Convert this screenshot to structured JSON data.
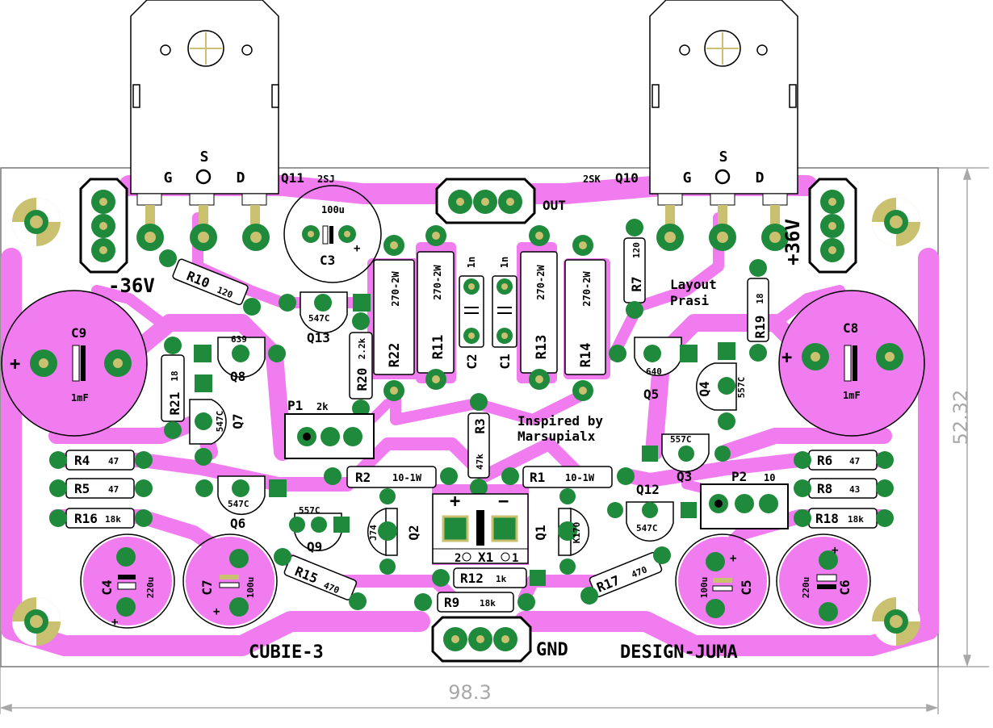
{
  "board": {
    "name": "CUBIE-3",
    "designer": "DESIGN-JUMA",
    "note_layout": [
      "Layout",
      "Prasi"
    ],
    "note_inspired": [
      "Inspired by",
      "Marsupialx"
    ],
    "width_label": "98.3",
    "height_label": "52.32"
  },
  "colors": {
    "copper": "#f07cf0",
    "pad": "#1f8a3c",
    "mount_hole": "#c9c070",
    "silkscreen": "#000000",
    "dimension": "#a8a8a8"
  },
  "connectors": {
    "out": "OUT",
    "gnd": "GND",
    "neg_rail": "-36V",
    "pos_rail": "+36V"
  },
  "transistors": {
    "q11": {
      "ref": "Q11",
      "type": "2SJ",
      "pins": [
        "G",
        "S",
        "D"
      ]
    },
    "q10": {
      "ref": "Q10",
      "type": "2SK",
      "pins": [
        "G",
        "S",
        "D"
      ]
    },
    "q13": {
      "ref": "Q13",
      "value": "547C"
    },
    "q8": {
      "ref": "Q8",
      "value": "639"
    },
    "q7": {
      "ref": "Q7",
      "value": "547C"
    },
    "q6": {
      "ref": "Q6",
      "value": "547C"
    },
    "q9": {
      "ref": "Q9",
      "value": "557C"
    },
    "q2": {
      "ref": "Q2",
      "value": "J74"
    },
    "q1": {
      "ref": "Q1",
      "value": "K170"
    },
    "q12": {
      "ref": "Q12",
      "value": "547C"
    },
    "q3": {
      "ref": "Q3",
      "value": "557C"
    },
    "q5": {
      "ref": "Q5",
      "value": "640"
    },
    "q4": {
      "ref": "Q4",
      "value": "557C"
    }
  },
  "resistors": {
    "r10": {
      "ref": "R10",
      "value": "120"
    },
    "r20": {
      "ref": "R20",
      "value": "2.2k"
    },
    "r22": {
      "ref": "R22",
      "value": "270-2W"
    },
    "r11": {
      "ref": "R11",
      "value": "270-2W"
    },
    "r13": {
      "ref": "R13",
      "value": "270-2W"
    },
    "r14": {
      "ref": "R14",
      "value": "270-2W"
    },
    "r7": {
      "ref": "R7",
      "value": "120"
    },
    "r19": {
      "ref": "R19",
      "value": "18"
    },
    "r21": {
      "ref": "R21",
      "value": "18"
    },
    "r3": {
      "ref": "R3",
      "value": "47k"
    },
    "r2": {
      "ref": "R2",
      "value": "10-1W"
    },
    "r1": {
      "ref": "R1",
      "value": "10-1W"
    },
    "r4": {
      "ref": "R4",
      "value": "47"
    },
    "r5": {
      "ref": "R5",
      "value": "47"
    },
    "r16": {
      "ref": "R16",
      "value": "18k"
    },
    "r6": {
      "ref": "R6",
      "value": "47"
    },
    "r8": {
      "ref": "R8",
      "value": "43"
    },
    "r18": {
      "ref": "R18",
      "value": "18k"
    },
    "r15": {
      "ref": "R15",
      "value": "470"
    },
    "r17": {
      "ref": "R17",
      "value": "470"
    },
    "r12": {
      "ref": "R12",
      "value": "1k"
    },
    "r9": {
      "ref": "R9",
      "value": "18k"
    }
  },
  "capacitors": {
    "c3": {
      "ref": "C3",
      "value": "100u"
    },
    "c9": {
      "ref": "C9",
      "value": "1mF"
    },
    "c8": {
      "ref": "C8",
      "value": "1mF"
    },
    "c2": {
      "ref": "C2",
      "value": "1n"
    },
    "c1": {
      "ref": "C1",
      "value": "1n"
    },
    "c4": {
      "ref": "C4",
      "value": "220u"
    },
    "c7": {
      "ref": "C7",
      "value": "100u"
    },
    "c5": {
      "ref": "C5",
      "value": "100u"
    },
    "c6": {
      "ref": "C6",
      "value": "220u"
    }
  },
  "trimmers": {
    "p1": {
      "ref": "P1",
      "value": "2k"
    },
    "p2": {
      "ref": "P2",
      "value": "10"
    }
  },
  "input": {
    "ref": "X1",
    "plus": "+",
    "minus": "−",
    "pin2": "2",
    "pin1": "1"
  },
  "cap_polarity": "+"
}
